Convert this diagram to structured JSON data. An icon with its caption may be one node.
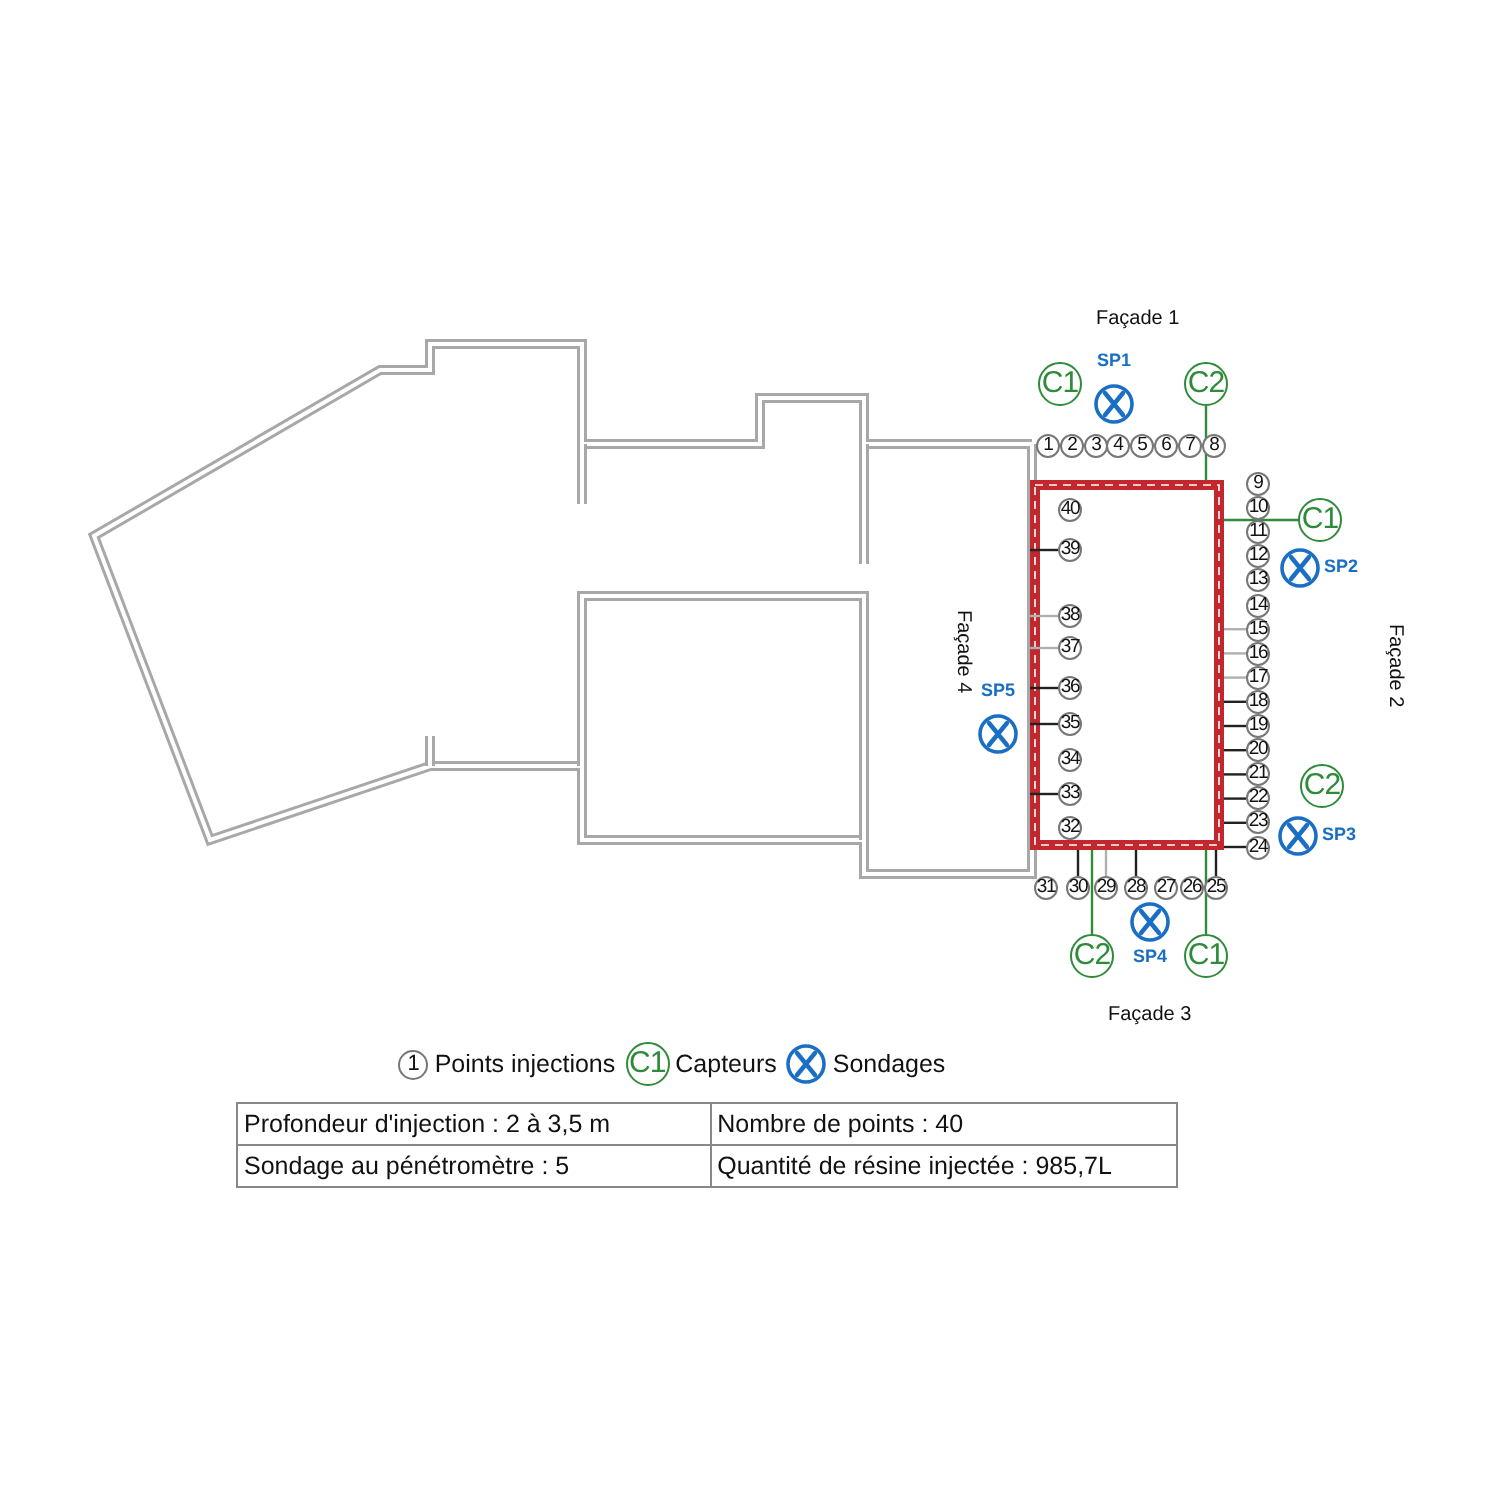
{
  "diagram": {
    "nodes": [
      {
        "text": [],
        "shape": "box"
      },
      {
        "text": [
          "1"
        ]
      },
      {
        "text": [
          "2"
        ]
      },
      {
        "text": [
          "3"
        ]
      },
      {
        "text": [
          "4"
        ]
      },
      {
        "text": [
          "5"
        ]
      },
      {
        "text": [
          "6"
        ]
      },
      {
        "text": [
          "7"
        ]
      },
      {
        "text": [
          "8"
        ]
      },
      {
        "text": [
          "9"
        ]
      },
      {
        "text": [
          "10"
        ]
      },
      {
        "text": [
          "11"
        ]
      },
      {
        "text": [
          "12"
        ]
      },
      {
        "text": [
          "13"
        ]
      },
      {
        "text": [
          "14"
        ]
      },
      {
        "text": [
          "15"
        ]
      },
      {
        "text": [
          "16"
        ]
      },
      {
        "text": [
          "17"
        ]
      },
      {
        "text": [
          "18"
        ]
      },
      {
        "text": [
          "19"
        ]
      },
      {
        "text": [
          "20"
        ]
      },
      {
        "text": [
          "21"
        ]
      },
      {
        "text": [
          "22"
        ]
      },
      {
        "text": [
          "23"
        ]
      },
      {
        "text": [
          "24"
        ]
      },
      {
        "text": [
          "25"
        ]
      },
      {
        "text": [
          "26"
        ]
      },
      {
        "text": [
          "27"
        ]
      },
      {
        "text": [
          "28"
        ]
      },
      {
        "text": [
          "29"
        ]
      },
      {
        "text": [
          "30"
        ]
      },
      {
        "text": [
          "31"
        ]
      },
      {
        "text": [
          "32"
        ],
        "in": 0
      },
      {
        "text": [
          "33"
        ],
        "in": 0
      },
      {
        "text": [
          "34"
        ],
        "in": 0
      },
      {
        "text": [
          "35"
        ],
        "in": 0
      },
      {
        "text": [
          "36"
        ],
        "in": 0
      },
      {
        "text": [
          "37"
        ],
        "in": 0
      },
      {
        "text": [
          "38"
        ],
        "in": 0
      },
      {
        "text": [
          "39"
        ],
        "in": 0
      },
      {
        "text": [
          "40"
        ],
        "in": 0
      },
      {
        "text": [
          "C1"
        ]
      },
      {
        "text": [
          "C2"
        ]
      },
      {
        "text": [
          "C1"
        ]
      },
      {
        "text": [
          "C2"
        ]
      },
      {
        "text": [
          "C2"
        ]
      },
      {
        "text": [
          "C1"
        ]
      },
      {
        "text": [
          "SP1"
        ]
      },
      {
        "text": [
          "SP2"
        ]
      },
      {
        "text": [
          "SP3"
        ]
      },
      {
        "text": [
          "SP4"
        ]
      },
      {
        "text": [
          "SP5"
        ]
      },
      {
        "text": [
          "1"
        ]
      },
      {
        "text": [
          "C1"
        ]
      }
    ],
    "edges": [
      {
        "from": 42,
        "to": 0,
        "arrow": "none",
        "color": "#2e8b3a"
      },
      {
        "from": 43,
        "to": 0,
        "arrow": "none",
        "color": "#2e8b3a"
      },
      {
        "from": 45,
        "to": 0,
        "arrow": "none",
        "color": "#2e8b3a"
      },
      {
        "from": 46,
        "to": 0,
        "arrow": "none",
        "color": "#2e8b3a"
      },
      {
        "from": 15,
        "to": 0,
        "arrow": "none",
        "color": "#b0b0b0"
      },
      {
        "from": 16,
        "to": 0,
        "arrow": "none",
        "color": "#b0b0b0"
      },
      {
        "from": 17,
        "to": 0,
        "arrow": "none",
        "color": "#b0b0b0"
      },
      {
        "from": 18,
        "to": 0,
        "arrow": "none"
      },
      {
        "from": 19,
        "to": 0,
        "arrow": "none"
      },
      {
        "from": 20,
        "to": 0,
        "arrow": "none"
      },
      {
        "from": 21,
        "to": 0,
        "arrow": "none"
      },
      {
        "from": 22,
        "to": 0,
        "arrow": "none"
      },
      {
        "from": 23,
        "to": 0,
        "arrow": "none"
      },
      {
        "from": 24,
        "to": 0,
        "arrow": "none"
      },
      {
        "from": 25,
        "to": 0,
        "arrow": "none"
      },
      {
        "from": 28,
        "to": 0,
        "arrow": "none"
      },
      {
        "from": 29,
        "to": 0,
        "arrow": "none",
        "color": "#b0b0b0"
      },
      {
        "from": 30,
        "to": 0,
        "arrow": "none"
      },
      {
        "from": 33,
        "to": 0,
        "arrow": "none"
      },
      {
        "from": 35,
        "to": 0,
        "arrow": "none"
      },
      {
        "from": 36,
        "to": 0,
        "arrow": "none"
      },
      {
        "from": 37,
        "to": 0,
        "arrow": "none",
        "color": "#b0b0b0"
      },
      {
        "from": 38,
        "to": 0,
        "arrow": "none",
        "color": "#b0b0b0"
      },
      {
        "from": 39,
        "to": 0,
        "arrow": "none"
      }
    ],
    "labels": [
      "Façade 1",
      "Façade 2",
      "Façade 3",
      "Façade 4",
      "Profondeur d'injection : 2 à 3,5 m",
      "Nombre de points : 40",
      "Sondage au pénétromètre : 5",
      "Quantité de résine injectée : 985,7L"
    ],
    "legend": [
      {
        "text": "Points injections"
      },
      {
        "text": "Capteurs"
      },
      {
        "text": "Sondages"
      }
    ]
  }
}
